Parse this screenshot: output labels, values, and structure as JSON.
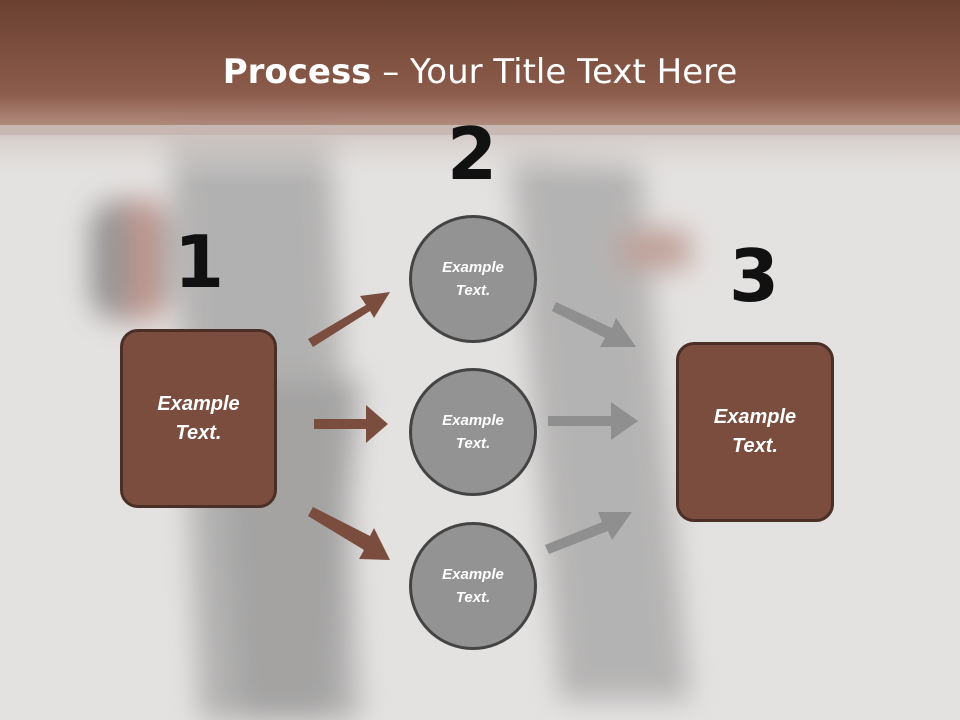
{
  "title": {
    "bold": "Process",
    "rest": " – Your Title Text Here"
  },
  "steps": {
    "one": {
      "number": "1",
      "box_text": "Example\nText."
    },
    "two": {
      "number": "2",
      "circles": [
        "Example\nText.",
        "Example\nText.",
        "Example\nText."
      ]
    },
    "three": {
      "number": "3",
      "box_text": "Example\nText."
    }
  },
  "colors": {
    "header_band": "#6e4334",
    "box_fill": "#7a4d3e",
    "circle_fill": "#939393",
    "arrow_brown": "#7a4d3e",
    "arrow_gray": "#8f8f8f"
  }
}
